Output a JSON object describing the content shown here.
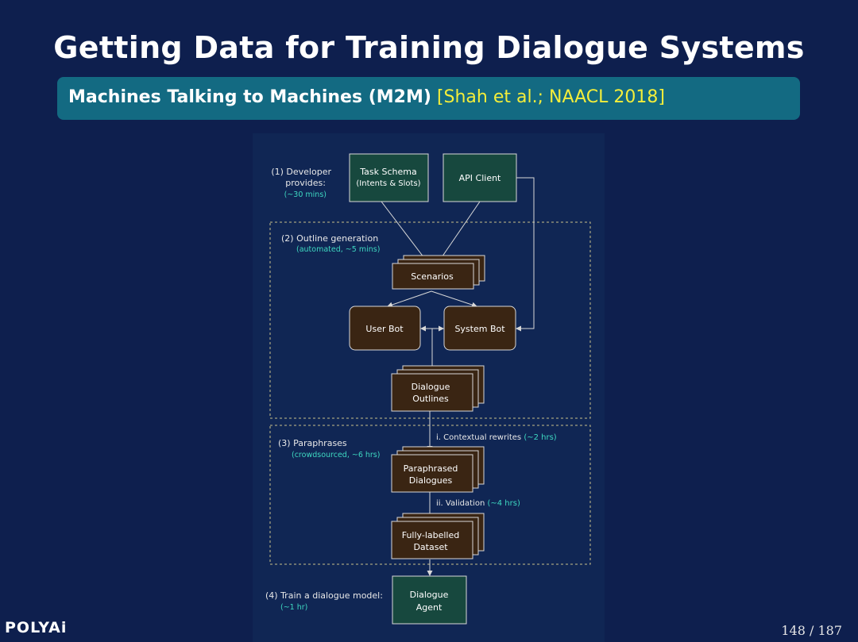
{
  "slide": {
    "title": "Getting Data for Training Dialogue Systems",
    "subtitle": "Machines Talking to Machines (M2M)",
    "citation": "[Shah et al.; NAACL 2018]",
    "page_current": "148",
    "page_separator": "/",
    "page_total": "187"
  },
  "brand": {
    "logo_text": "POLYAi"
  },
  "colors": {
    "background": "#0e1f4e",
    "subtitle_bar": "#136a82",
    "citation": "#f4ee3a",
    "green_box": "#17483e",
    "brown_box": "#3a2513",
    "annotation_teal": "#3ed8c1"
  },
  "diagram": {
    "step1": {
      "label_line1": "(1) Developer",
      "label_line2": "provides:",
      "note": "(~30 mins)"
    },
    "step2": {
      "label": "(2) Outline generation",
      "note": "(automated, ~5 mins)"
    },
    "step3": {
      "label": "(3) Paraphrases",
      "note": "(crowdsourced, ~6 hrs)"
    },
    "step4": {
      "label": "(4) Train a dialogue model:",
      "note": "(~1 hr)"
    },
    "boxes": {
      "task_schema_line1": "Task Schema",
      "task_schema_line2": "(Intents & Slots)",
      "api_client": "API Client",
      "scenarios": "Scenarios",
      "user_bot": "User Bot",
      "system_bot": "System Bot",
      "dialogue_outlines_line1": "Dialogue",
      "dialogue_outlines_line2": "Outlines",
      "paraphrased_line1": "Paraphrased",
      "paraphrased_line2": "Dialogues",
      "dataset_line1": "Fully-labelled",
      "dataset_line2": "Dataset",
      "agent_line1": "Dialogue",
      "agent_line2": "Agent"
    },
    "edges": {
      "rewrites_label": "i. Contextual rewrites",
      "rewrites_time": "(~2 hrs)",
      "validation_label": "ii. Validation",
      "validation_time": "(~4 hrs)"
    }
  }
}
